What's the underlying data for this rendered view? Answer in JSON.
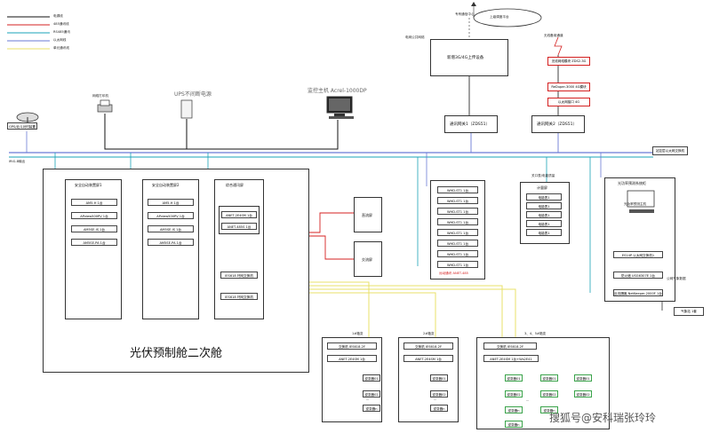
{
  "legend": [
    {
      "label": "电源线",
      "color": "#111111"
    },
    {
      "label": "485通讯线",
      "color": "#d42020"
    },
    {
      "label": "RS485通讯",
      "color": "#1aa3b8"
    },
    {
      "label": "以太网线",
      "color": "#6a7ad6"
    },
    {
      "label": "单元通讯线",
      "color": "#e8e06a"
    }
  ],
  "top": {
    "cloud_label": "上级调度平台",
    "cloud_sub": "专有通信中心",
    "network_label": "电网公共网络",
    "upload_box": "新增3G/4G上传设备",
    "gw1": "通讯网关1（ZDS51）",
    "gw2": "通讯网关2（ZDS51）",
    "antenna_label": "无线备用通道",
    "right_devs": [
      "无线网络模块 ZDS2-3G",
      "ReDuper-3000 4G模块",
      "以太网接口 4G"
    ]
  },
  "equipment": {
    "gps": "GPS/北斗对时装置",
    "gps_sub": "IRIG-B输出",
    "printer": "网络打印机",
    "ups": "UPS不间断电源",
    "monitor": "监控主机 Acrel-1000DP",
    "switch_main": "站控层以太网交换机"
  },
  "cabin": {
    "title": "光伏预制舱二次舱",
    "panel1_title": "安全自动装置屏1",
    "panel1_items": [
      "AM5-H 1台",
      "APview500PV 1台",
      "AM5SE-IS 1台",
      "AM5SE-PA 1台"
    ],
    "panel2_title": "安全自动装置屏2",
    "panel2_items": [
      "AM5-H 1台",
      "APview500PV 1台",
      "AM5SE-IS 1台",
      "AM5SE-PA 1台"
    ],
    "panel3_title": "综合通讯屏",
    "panel3_items": [
      "ANET-2E4SM 1台",
      "ANET-485S 1台"
    ],
    "panel3_switches": [
      "IES618 环网交换机",
      "IES618 环网交换机"
    ]
  },
  "side": {
    "box1": "直流屏",
    "box2": "交流屏"
  },
  "meters": {
    "items": [
      "WHD-ST1 1台",
      "WHD-ST1 1台",
      "WHD-ST1 1台",
      "WHD-ST1 1台",
      "WHD-ST1 1台",
      "WHD-ST1 1台",
      "WHD-ST1 1台",
      "WHD-ST1 1台"
    ],
    "footer": "远动通讯 ANET-485"
  },
  "meter2": {
    "header": "关口表/电能质量",
    "title": "计量屏",
    "items": [
      "电能表1",
      "电能表1",
      "电能表1",
      "电能表1",
      "电能表1"
    ]
  },
  "right_cabinet": {
    "title": "光功率预测系统柜",
    "screen": "光功率预测主机",
    "items": [
      "ES14P 以太网交换机1",
      "防火墙 USG6307E 1台",
      "反向隔离 NetKeeper-2000F 1台"
    ],
    "public": "公网气象数据",
    "weather": "气象站 1套"
  },
  "field": {
    "label1": "1#箱变",
    "label2": "2#箱变",
    "label3": "3、4、5#箱变",
    "sw1": "交换机 IES618-2F",
    "dev1": "ANET-2E4SM 1台",
    "sw2": "交换机 IES618-2F",
    "dev2": "ANET-2E4SM 1台",
    "sw3": "交换机 IES618-2F",
    "dev3": "ANET-2E4SM 1台+Ws2E41",
    "inv": [
      "逆变器01",
      "逆变器02",
      "逆变器n"
    ],
    "ellipsis": "···"
  },
  "watermark": "搜狐号@安科瑞张玲玲"
}
